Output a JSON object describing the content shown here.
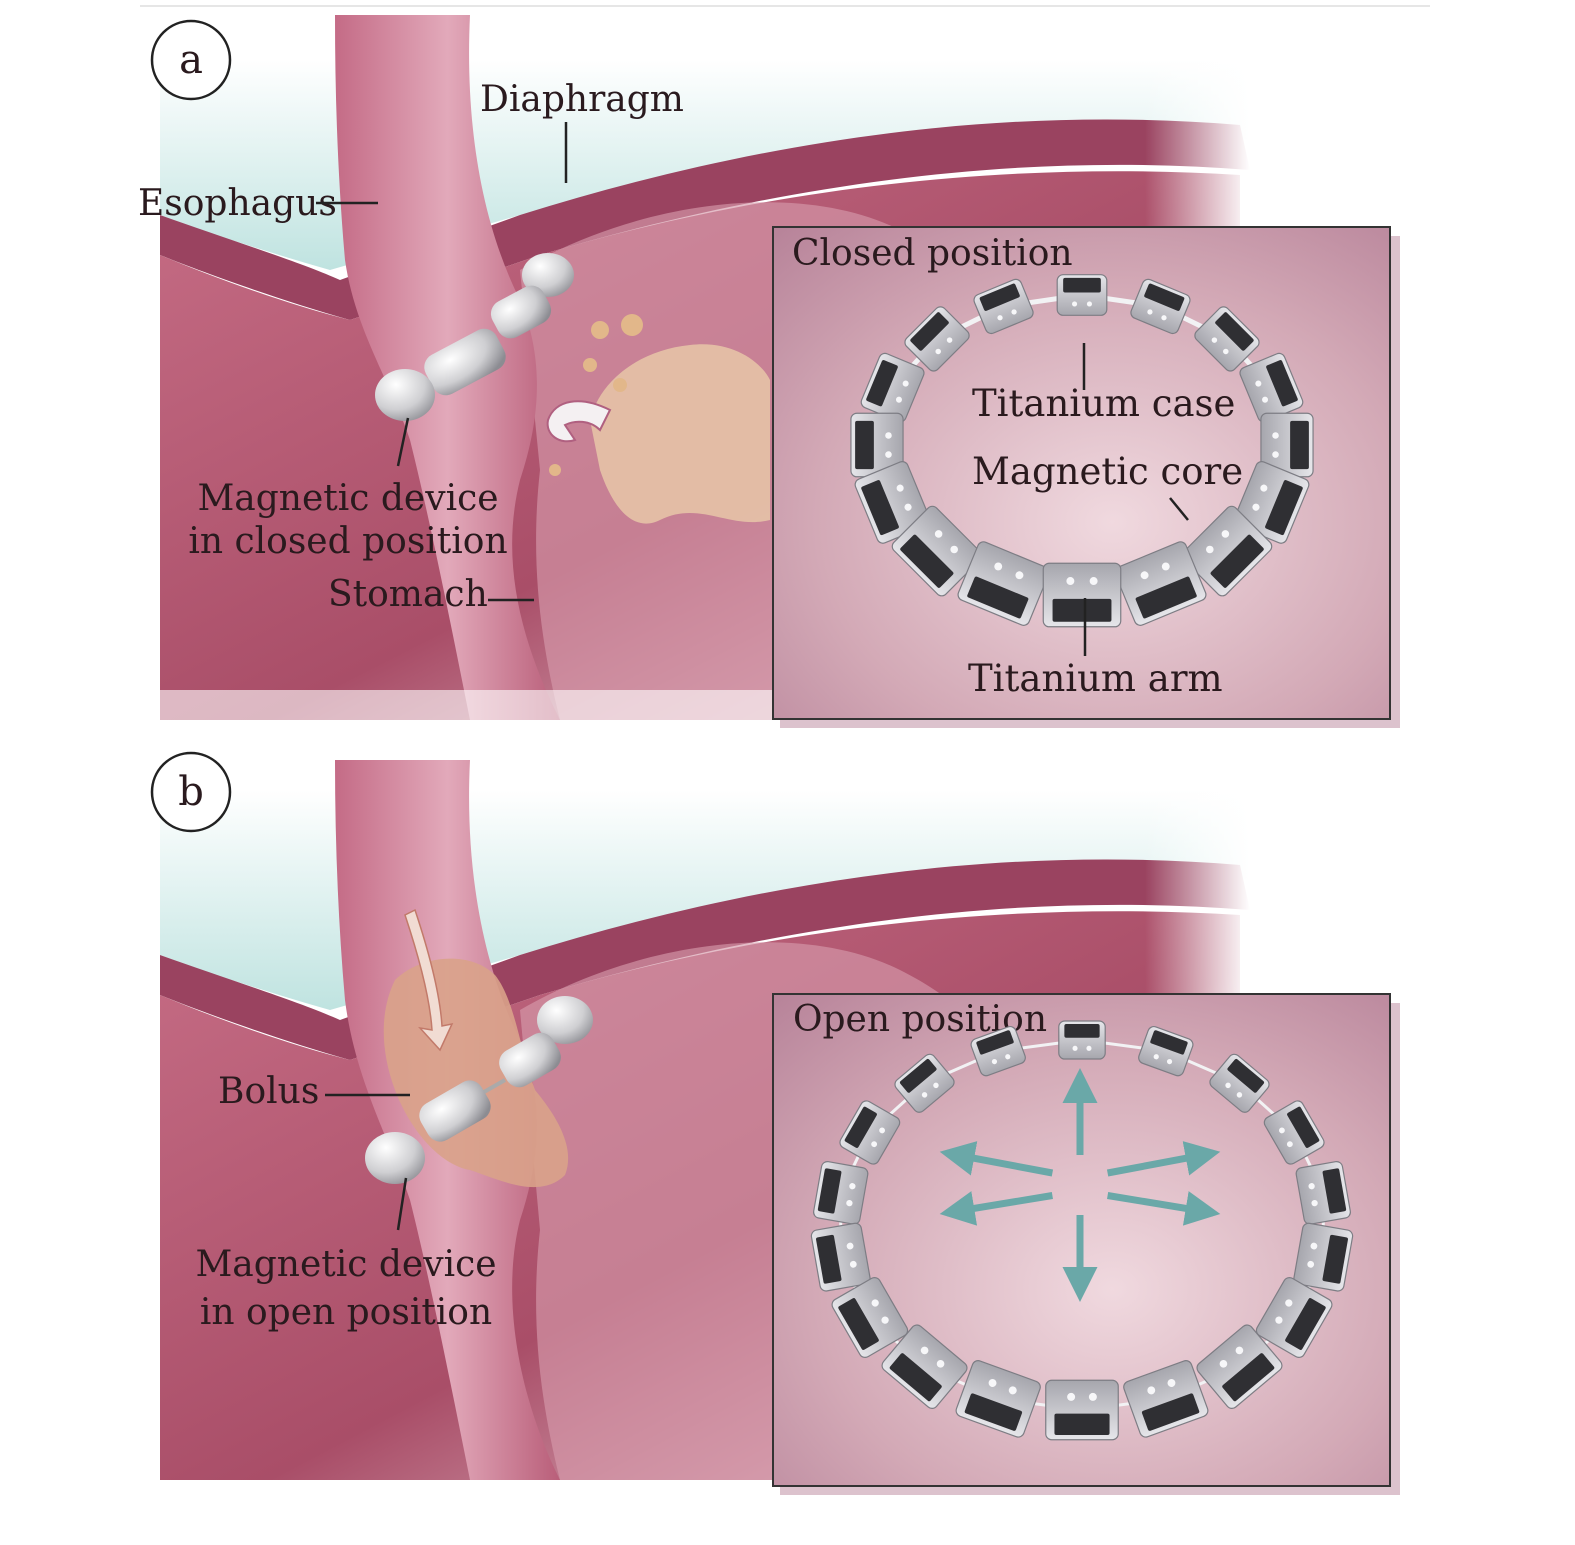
{
  "panels": [
    {
      "letter": "a",
      "labels": {
        "diaphragm": "Diaphragm",
        "esophagus": "Esophagus",
        "device_line1": "Magnetic device",
        "device_line2": "in closed position",
        "stomach": "Stomach"
      },
      "inset": {
        "title": "Closed position",
        "titanium_case": "Titanium case",
        "magnetic_core": "Magnetic core",
        "titanium_arm": "Titanium arm"
      }
    },
    {
      "letter": "b",
      "labels": {
        "bolus": "Bolus",
        "device_line1": "Magnetic device",
        "device_line2": "in open position"
      },
      "inset": {
        "title": "Open position"
      }
    }
  ],
  "colors": {
    "tissue": "#b0566f",
    "tissue_light": "#dba3b2",
    "diaphragm_band": "#9a4360",
    "air": "#bfe3e0",
    "inset_bg": "#d8b6c0",
    "bead": "#d8d8d8",
    "pad": "#2f2f33",
    "arrow": "#6aa8a8",
    "bolus": "#d9a28a"
  }
}
